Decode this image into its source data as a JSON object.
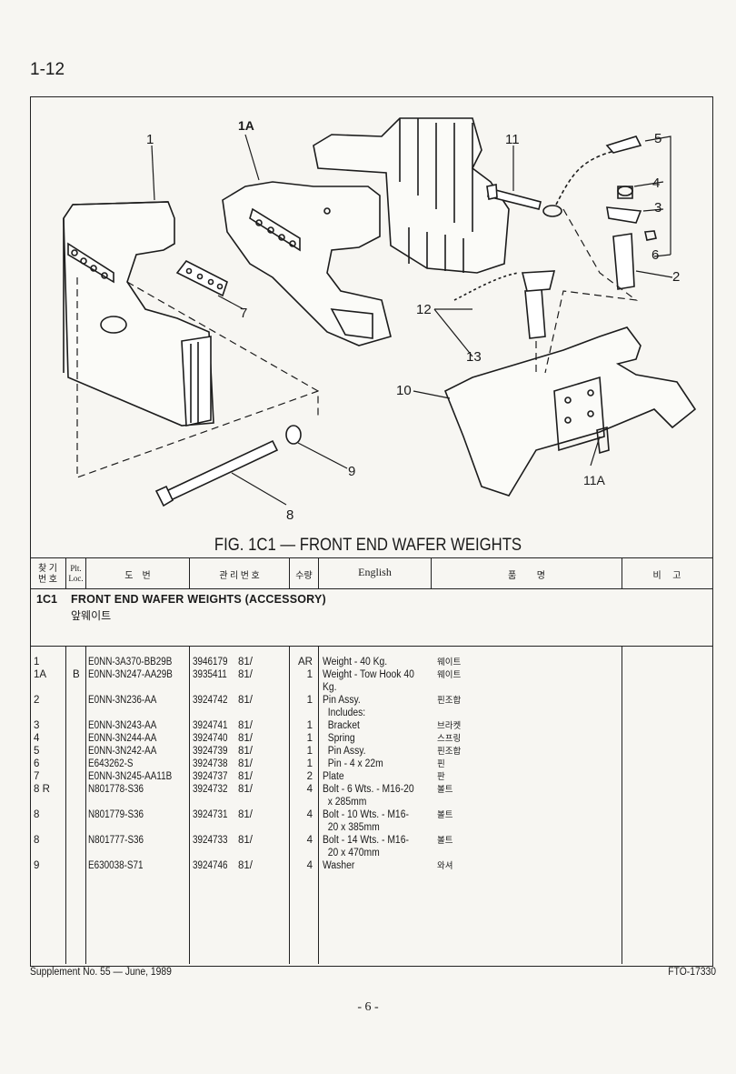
{
  "page": {
    "number": "1-12"
  },
  "figure": {
    "caption": "FIG. 1C1 — FRONT END WAFER WEIGHTS",
    "callouts": [
      "1",
      "1A",
      "11",
      "5",
      "4",
      "3",
      "6",
      "2",
      "7",
      "12",
      "13",
      "10",
      "9",
      "8",
      "11A"
    ]
  },
  "table": {
    "headers": {
      "key": "찾 기\n번 호",
      "loc": "Plt.\nLoc.",
      "part": "도    번",
      "mgmt": "관 리 번 호",
      "qty": "수량",
      "english": "English",
      "korean": "품         명",
      "remarks": "비     고"
    },
    "section": {
      "code": "1C1",
      "title": "FRONT END WAFER WEIGHTS (ACCESSORY)",
      "korean": "앞웨이트"
    },
    "rows": [
      {
        "key": "1",
        "loc": "",
        "part": "E0NN-3A370-BB29B",
        "mgmt": "3946179",
        "yr": "81/",
        "qty": "AR",
        "desc": "Weight - 40 Kg.",
        "kr": "웨이트"
      },
      {
        "key": "1A",
        "loc": "B",
        "part": "E0NN-3N247-AA29B",
        "mgmt": "3935411",
        "yr": "81/",
        "qty": "1",
        "desc": "Weight - Tow Hook 40",
        "kr": "웨이트"
      },
      {
        "key": "",
        "loc": "",
        "part": "",
        "mgmt": "",
        "yr": "",
        "qty": "",
        "desc": "Kg.",
        "kr": ""
      },
      {
        "key": "2",
        "loc": "",
        "part": "E0NN-3N236-AA",
        "mgmt": "3924742",
        "yr": "81/",
        "qty": "1",
        "desc": "Pin Assy.",
        "kr": "핀조합"
      },
      {
        "key": "",
        "loc": "",
        "part": "",
        "mgmt": "",
        "yr": "",
        "qty": "",
        "desc": "  Includes:",
        "kr": ""
      },
      {
        "key": "3",
        "loc": "",
        "part": "E0NN-3N243-AA",
        "mgmt": "3924741",
        "yr": "81/",
        "qty": "1",
        "desc": "  Bracket",
        "kr": "브라켓"
      },
      {
        "key": "4",
        "loc": "",
        "part": "E0NN-3N244-AA",
        "mgmt": "3924740",
        "yr": "81/",
        "qty": "1",
        "desc": "  Spring",
        "kr": "스프링"
      },
      {
        "key": "5",
        "loc": "",
        "part": "E0NN-3N242-AA",
        "mgmt": "3924739",
        "yr": "81/",
        "qty": "1",
        "desc": "  Pin Assy.",
        "kr": "핀조합"
      },
      {
        "key": "6",
        "loc": "",
        "part": "E643262-S",
        "mgmt": "3924738",
        "yr": "81/",
        "qty": "1",
        "desc": "  Pin - 4 x 22m",
        "kr": "핀"
      },
      {
        "key": "7",
        "loc": "",
        "part": "E0NN-3N245-AA11B",
        "mgmt": "3924737",
        "yr": "81/",
        "qty": "2",
        "desc": "Plate",
        "kr": "판"
      },
      {
        "key": "8 R",
        "loc": "",
        "part": "N801778-S36",
        "mgmt": "3924732",
        "yr": "81/",
        "qty": "4",
        "desc": "Bolt - 6 Wts. - M16-20",
        "kr": "볼트"
      },
      {
        "key": "",
        "loc": "",
        "part": "",
        "mgmt": "",
        "yr": "",
        "qty": "",
        "desc": "  x 285mm",
        "kr": ""
      },
      {
        "key": "8",
        "loc": "",
        "part": "N801779-S36",
        "mgmt": "3924731",
        "yr": "81/",
        "qty": "4",
        "desc": "Bolt - 10 Wts. - M16-",
        "kr": "볼트"
      },
      {
        "key": "",
        "loc": "",
        "part": "",
        "mgmt": "",
        "yr": "",
        "qty": "",
        "desc": "  20 x 385mm",
        "kr": ""
      },
      {
        "key": "8",
        "loc": "",
        "part": "N801777-S36",
        "mgmt": "3924733",
        "yr": "81/",
        "qty": "4",
        "desc": "Bolt - 14 Wts. - M16-",
        "kr": "볼트"
      },
      {
        "key": "",
        "loc": "",
        "part": "",
        "mgmt": "",
        "yr": "",
        "qty": "",
        "desc": "  20 x 470mm",
        "kr": ""
      },
      {
        "key": "9",
        "loc": "",
        "part": "E630038-S71",
        "mgmt": "3924746",
        "yr": "81/",
        "qty": "4",
        "desc": "Washer",
        "kr": "와셔"
      }
    ]
  },
  "footer": {
    "left": "Supplement No. 55 — June, 1989",
    "right": "FTO-17330",
    "page": "- 6 -"
  }
}
